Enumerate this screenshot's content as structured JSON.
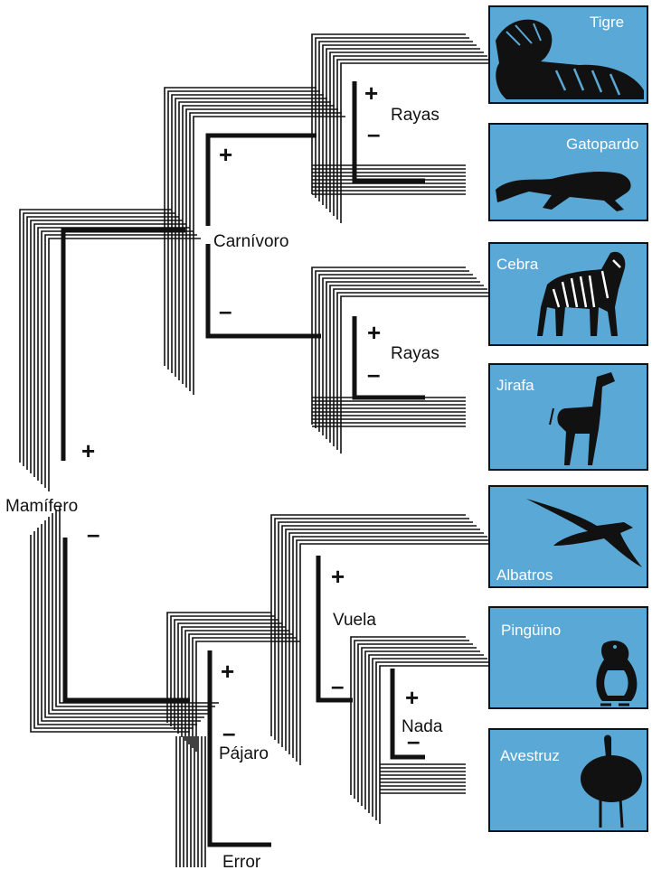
{
  "colors": {
    "card_fill": "#5aa8d6",
    "card_border": "#111111",
    "line": "#111111",
    "background": "#ffffff"
  },
  "questions": {
    "root": "Mamífero",
    "carnivoro": "Carnívoro",
    "rayas_top": "Rayas",
    "rayas_bottom": "Rayas",
    "pajaro": "Pájaro",
    "vuela": "Vuela",
    "nada": "Nada"
  },
  "signs": {
    "plus": "+",
    "minus": "–"
  },
  "terminals": {
    "error": "Error"
  },
  "animals": [
    {
      "name": "Tigre",
      "icon": "tiger-icon"
    },
    {
      "name": "Gatopardo",
      "icon": "cheetah-icon"
    },
    {
      "name": "Cebra",
      "icon": "zebra-icon"
    },
    {
      "name": "Jirafa",
      "icon": "giraffe-icon"
    },
    {
      "name": "Albatros",
      "icon": "albatross-icon"
    },
    {
      "name": "Pingüino",
      "icon": "penguin-icon"
    },
    {
      "name": "Avestruz",
      "icon": "ostrich-icon"
    }
  ]
}
